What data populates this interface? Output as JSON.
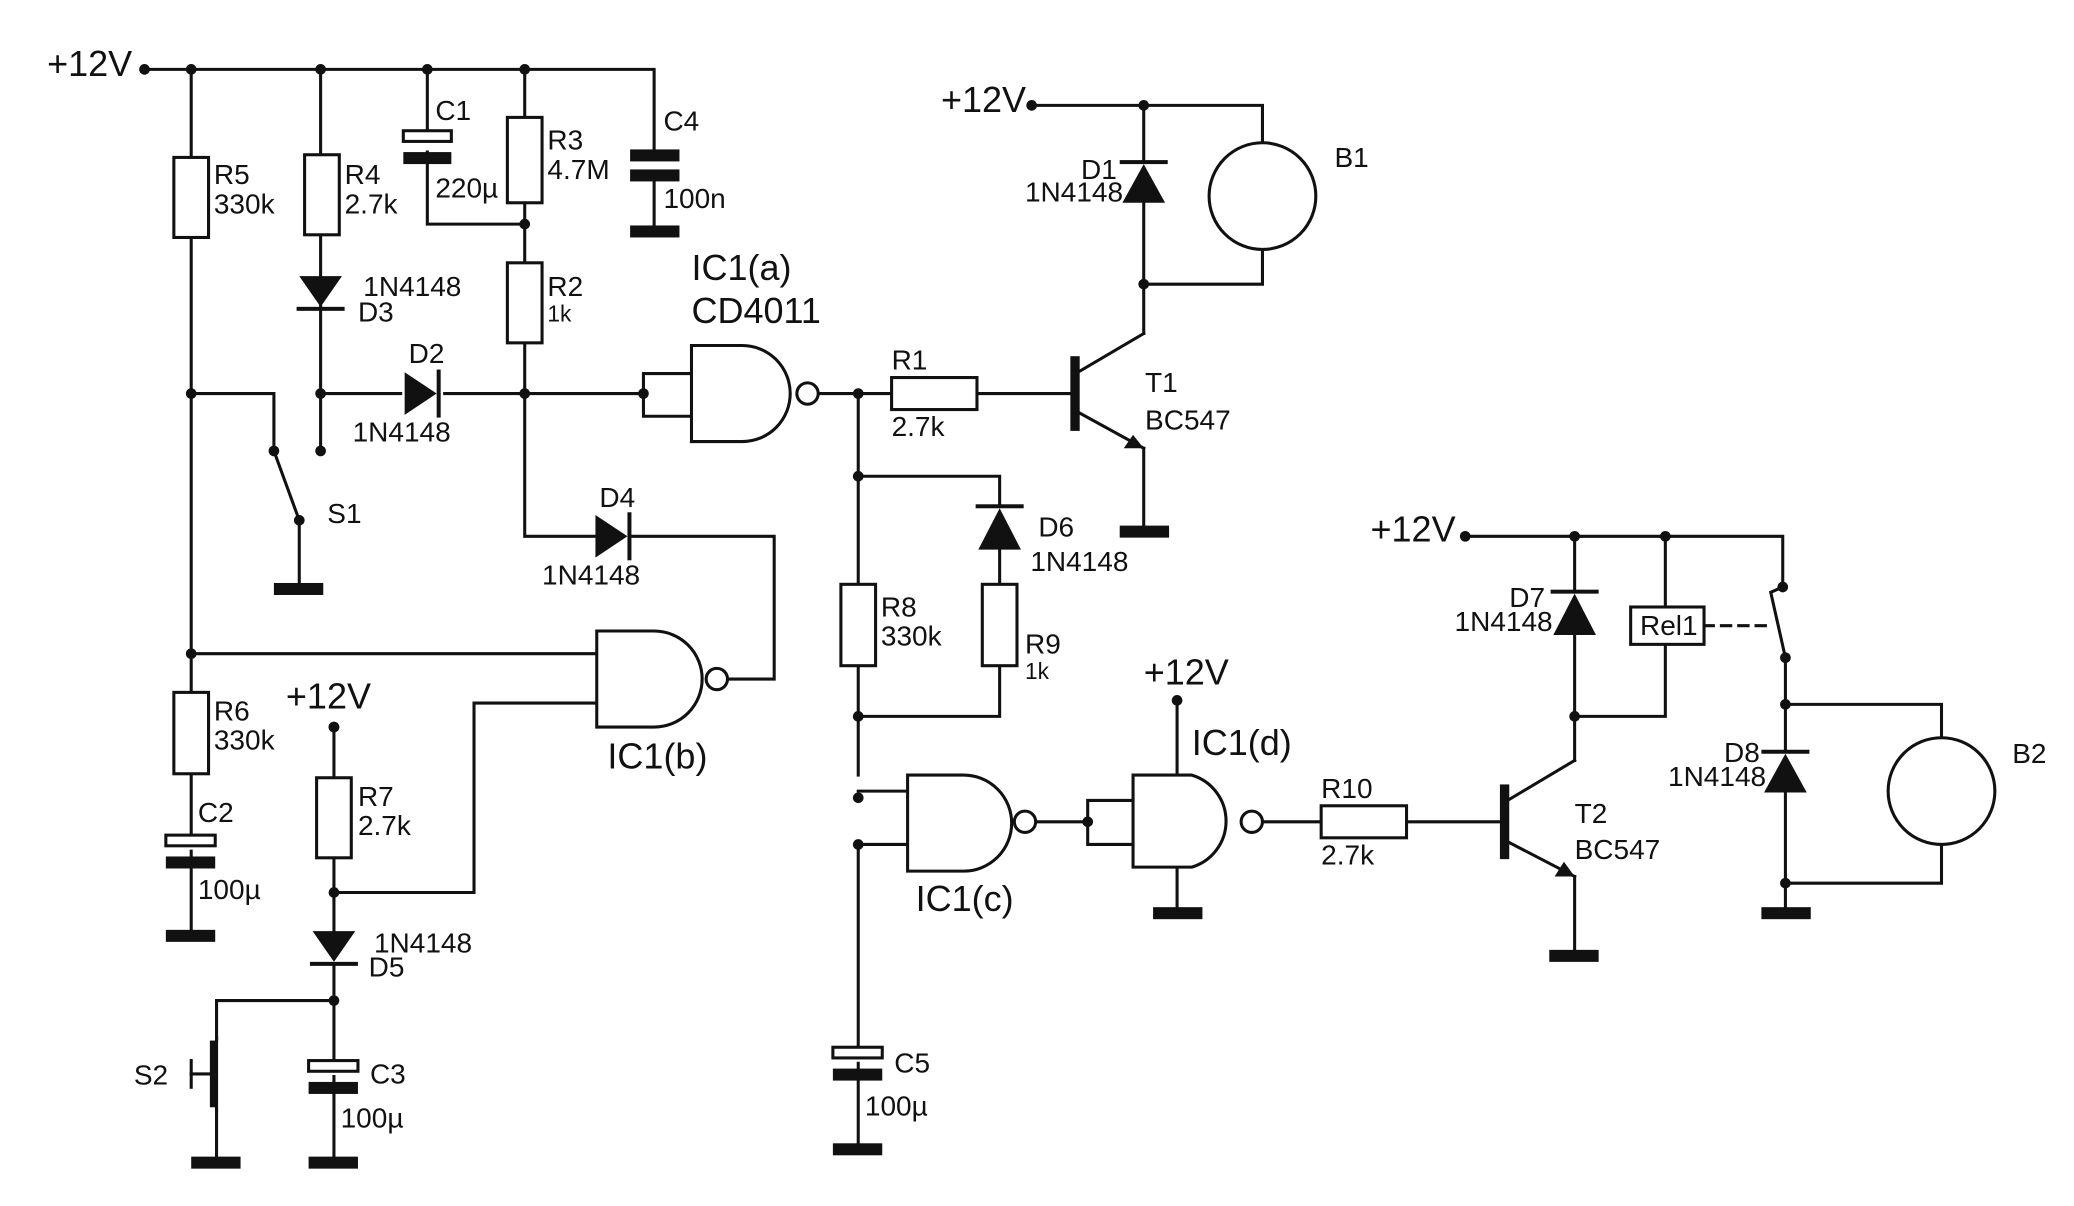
{
  "supply": {
    "v1": "+12V",
    "v2": "+12V",
    "v3": "+12V",
    "v4": "+12V",
    "v5": "+12V"
  },
  "ics": {
    "a": {
      "name": "IC1(a)",
      "part": "CD4011"
    },
    "b": {
      "name": "IC1(b)"
    },
    "c": {
      "name": "IC1(c)"
    },
    "d": {
      "name": "IC1(d)"
    }
  },
  "resistors": {
    "R1": {
      "ref": "R1",
      "value": "2.7k"
    },
    "R2": {
      "ref": "R2",
      "value": "1k"
    },
    "R3": {
      "ref": "R3",
      "value": "4.7M"
    },
    "R4": {
      "ref": "R4",
      "value": "2.7k"
    },
    "R5": {
      "ref": "R5",
      "value": "330k"
    },
    "R6": {
      "ref": "R6",
      "value": "330k"
    },
    "R7": {
      "ref": "R7",
      "value": "2.7k"
    },
    "R8": {
      "ref": "R8",
      "value": "330k"
    },
    "R9": {
      "ref": "R9",
      "value": "1k"
    },
    "R10": {
      "ref": "R10",
      "value": "2.7k"
    }
  },
  "capacitors": {
    "C1": {
      "ref": "C1",
      "value": "220µ"
    },
    "C2": {
      "ref": "C2",
      "value": "100µ"
    },
    "C3": {
      "ref": "C3",
      "value": "100µ"
    },
    "C4": {
      "ref": "C4",
      "value": "100n"
    },
    "C5": {
      "ref": "C5",
      "value": "100µ"
    }
  },
  "diodes": {
    "D1": {
      "ref": "D1",
      "part": "1N4148"
    },
    "D2": {
      "ref": "D2",
      "part": "1N4148"
    },
    "D3": {
      "ref": "D3",
      "part": "1N4148"
    },
    "D4": {
      "ref": "D4",
      "part": "1N4148"
    },
    "D5": {
      "ref": "D5",
      "part": "1N4148"
    },
    "D6": {
      "ref": "D6",
      "part": "1N4148"
    },
    "D7": {
      "ref": "D7",
      "part": "1N4148"
    },
    "D8": {
      "ref": "D8",
      "part": "1N4148"
    }
  },
  "transistors": {
    "T1": {
      "ref": "T1",
      "part": "BC547"
    },
    "T2": {
      "ref": "T2",
      "part": "BC547"
    }
  },
  "switches": {
    "S1": "S1",
    "S2": "S2"
  },
  "relay": {
    "ref": "Rel1"
  },
  "loads": {
    "B1": "B1",
    "B2": "B2"
  }
}
